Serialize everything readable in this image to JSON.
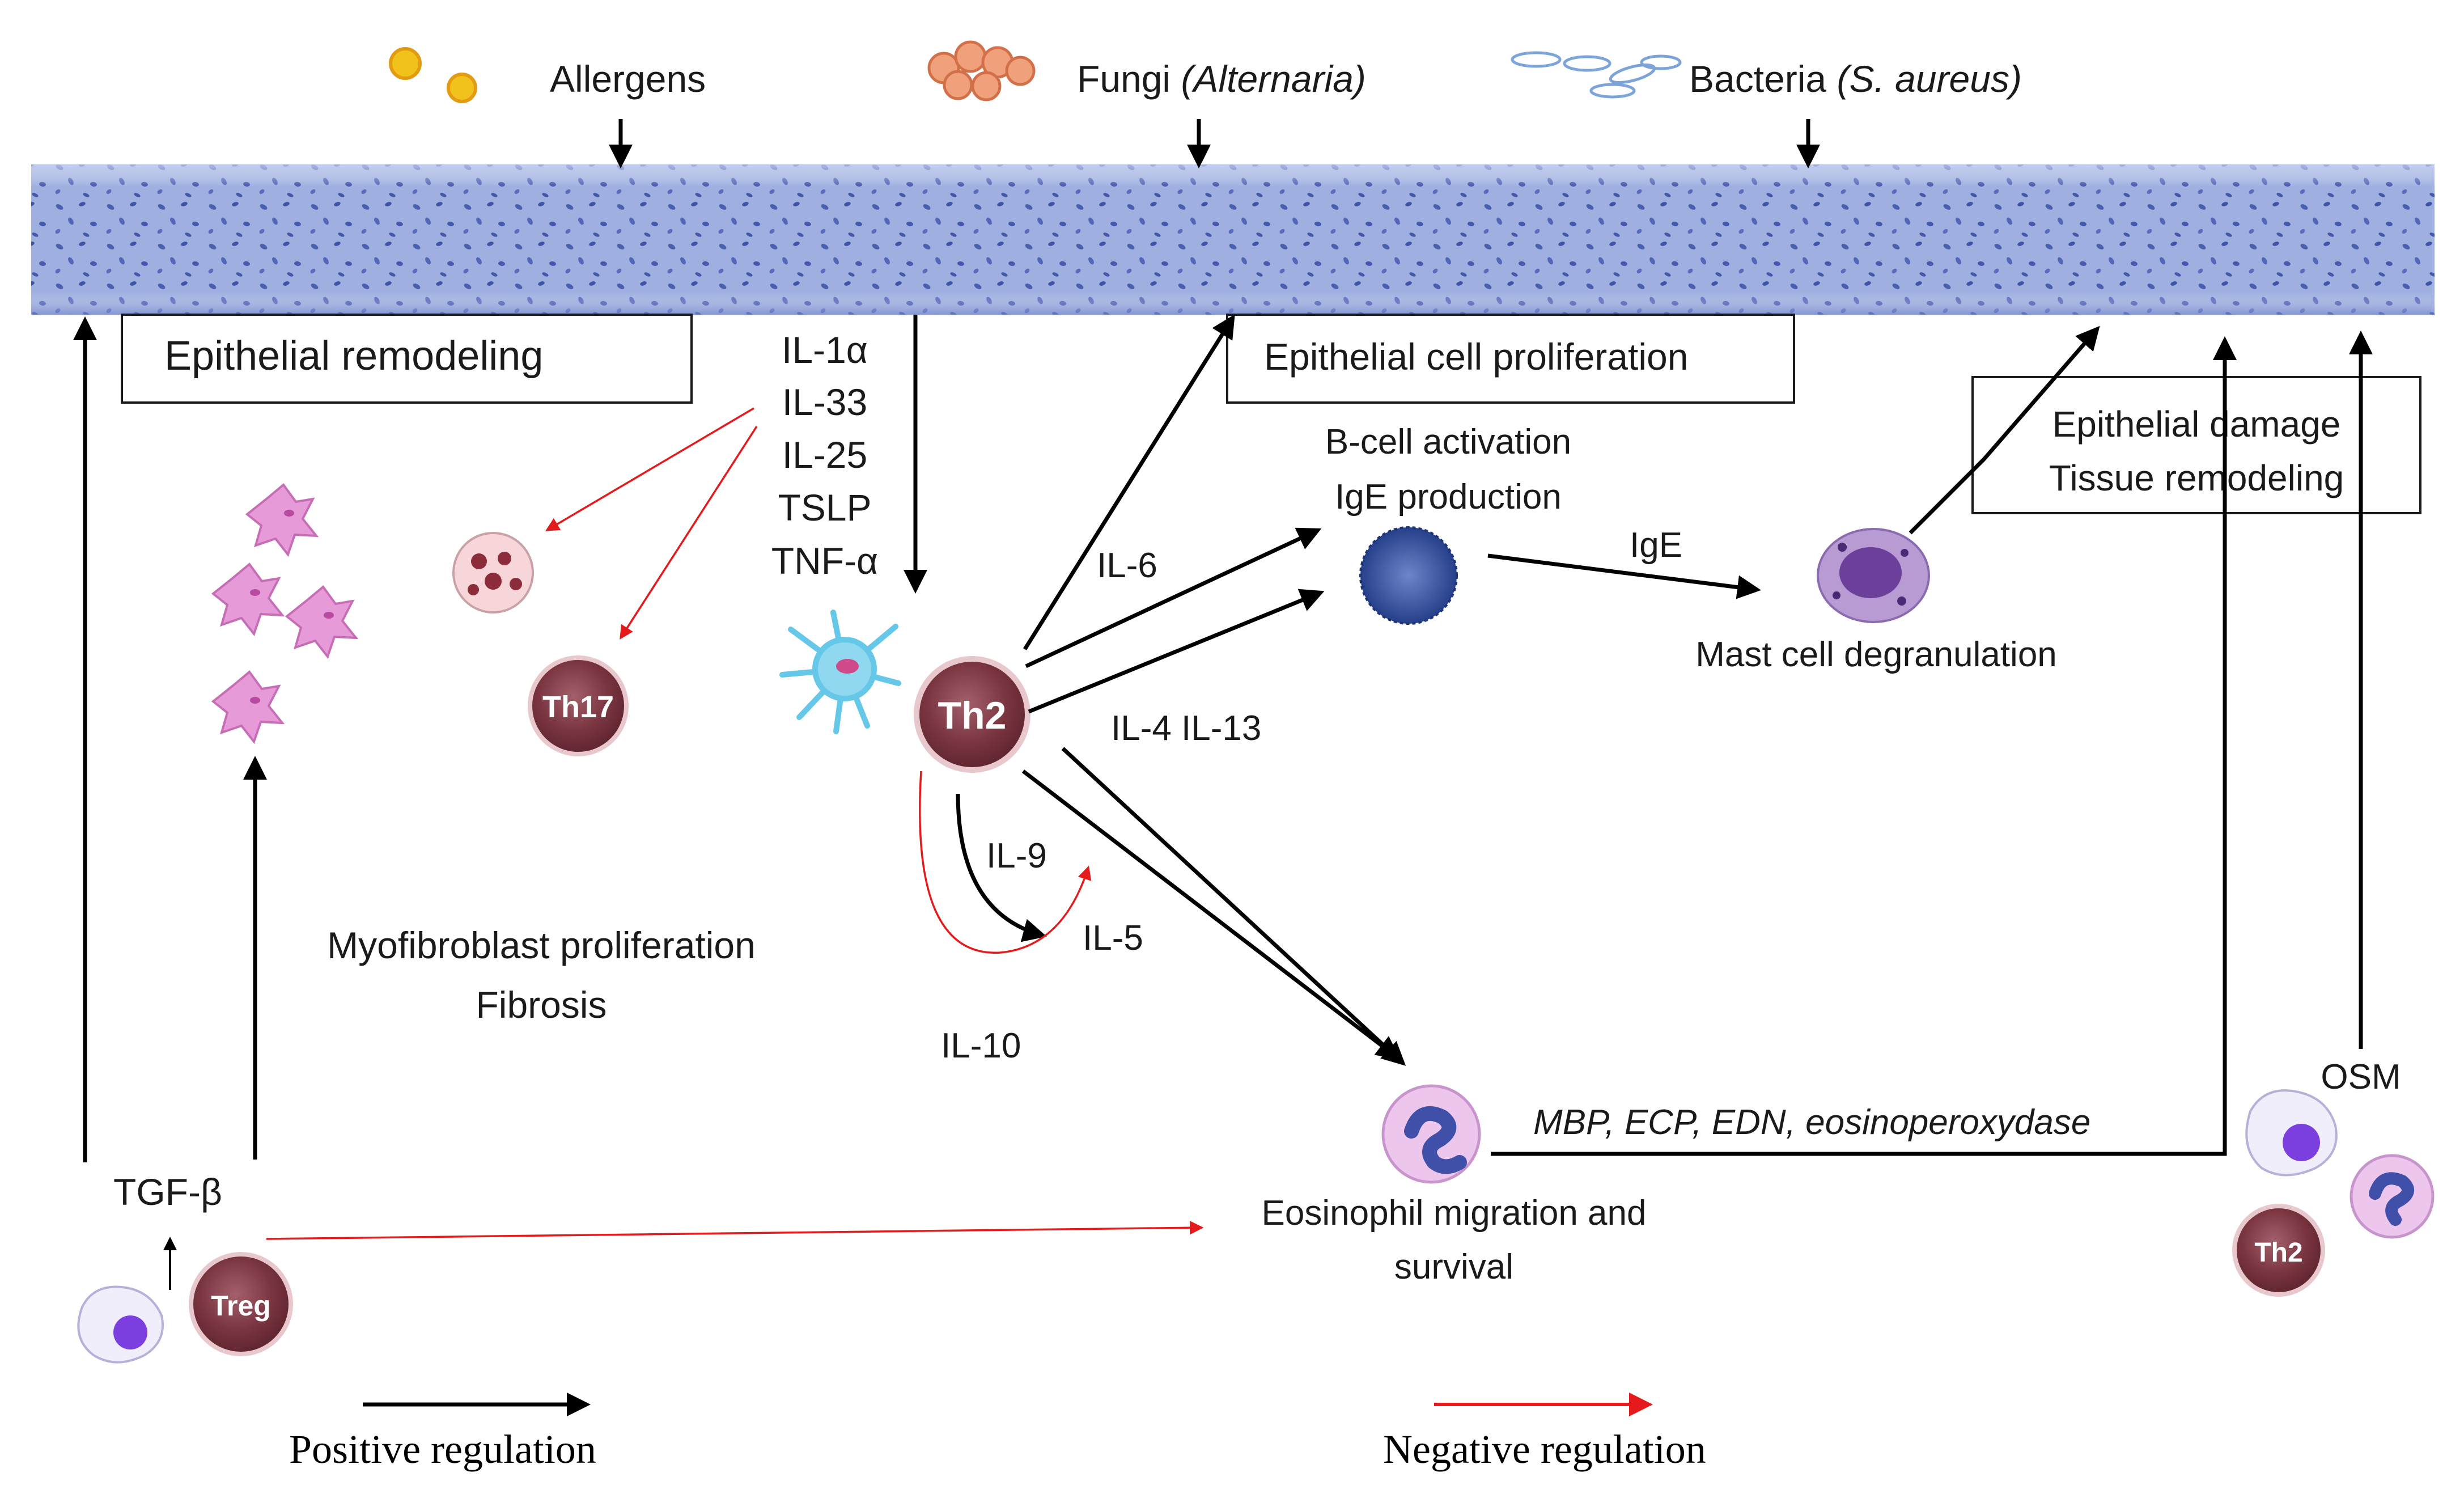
{
  "stimuli": {
    "allergens": "Allergens",
    "fungi": "Fungi",
    "fungi_species": "(Alternaria)",
    "bacteria": "Bacteria",
    "bacteria_species": "(S. aureus)"
  },
  "boxes": {
    "epithelial_remodeling": "Epithelial remodeling",
    "epithelial_cell_proliferation": "Epithelial cell proliferation",
    "epithelial_damage": "Epithelial damage",
    "tissue_remodeling": "Tissue remodeling"
  },
  "cytokines": {
    "il1a": "IL-1α",
    "il33": "IL-33",
    "il25": "IL-25",
    "tslp": "TSLP",
    "tnfa": "TNF-α"
  },
  "labels": {
    "il6": "IL-6",
    "il4_il13": "IL-4  IL-13",
    "il9": "IL-9",
    "il5": "IL-5",
    "il10": "IL-10",
    "bcell_activation": "B-cell activation",
    "ige_production": "IgE production",
    "ige": "IgE",
    "mast_cell": "Mast cell degranulation",
    "myofibroblast": "Myofibroblast proliferation",
    "fibrosis": "Fibrosis",
    "tgfb": "TGF-β",
    "eos_mediators": "MBP, ECP, EDN, eosinoperoxydase",
    "eos_migration": "Eosinophil migration and",
    "eos_survival": "survival",
    "osm": "OSM"
  },
  "cells": {
    "th2": "Th2",
    "th17": "Th17",
    "treg": "Treg",
    "th2_small": "Th2"
  },
  "legend": {
    "positive": "Positive regulation",
    "negative": "Negative regulation"
  },
  "colors": {
    "positive_arrow": "#000000",
    "negative_arrow": "#e41a1c",
    "epithelium": "#8a9fd6",
    "box_border": "#1a1a1a"
  }
}
